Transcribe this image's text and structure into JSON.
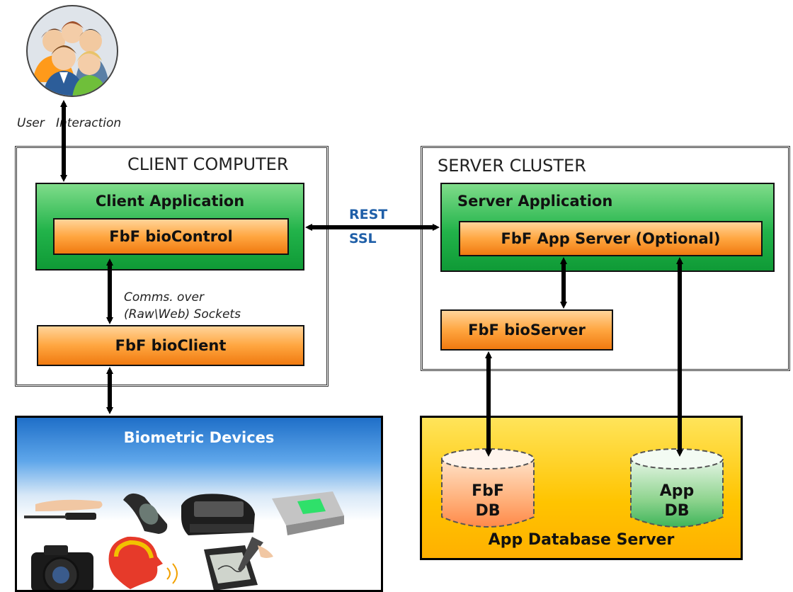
{
  "user_interaction_label": "User   Interaction",
  "client_computer": {
    "title": "CLIENT COMPUTER",
    "client_application": "Client Application",
    "biocontrol": "FbF bioControl",
    "comms_line1": "Comms. over",
    "comms_line2": "(Raw\\Web) Sockets",
    "bioclient": "FbF bioClient"
  },
  "protocol": {
    "line1": "REST",
    "line2": "SSL"
  },
  "server_cluster": {
    "title": "SERVER CLUSTER",
    "server_application": "Server Application",
    "app_server": "FbF App Server (Optional)",
    "bioserver": "FbF bioServer"
  },
  "biometric_devices": {
    "title": "Biometric Devices"
  },
  "app_database_server": {
    "title": "App Database Server",
    "fbf_db_line1": "FbF",
    "fbf_db_line2": "DB",
    "app_db_line1": "App",
    "app_db_line2": "DB"
  },
  "colors": {
    "frame": "#333333",
    "green": "#22b34a",
    "orange": "#ffa640",
    "protocol_text": "#1f5fa8",
    "db_server": "#ffc400",
    "devices_header": "#1f6fc8"
  }
}
